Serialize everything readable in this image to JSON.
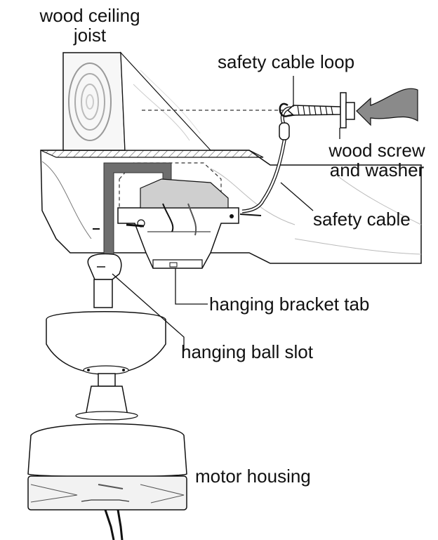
{
  "labels": {
    "joist_line1": "wood ceiling",
    "joist_line2": "joist",
    "safety_cable_loop": "safety cable loop",
    "screw_line1": "wood screw",
    "screw_line2": "and washer",
    "safety_cable": "safety cable",
    "hanging_bracket_tab": "hanging bracket tab",
    "hanging_ball_slot": "hanging ball slot",
    "motor_housing": "motor housing"
  },
  "colors": {
    "stroke": "#111111",
    "gray_fill": "#6e6e6e",
    "light_fill": "#f2f2f2",
    "arrow_fill": "#8a8a8a"
  }
}
